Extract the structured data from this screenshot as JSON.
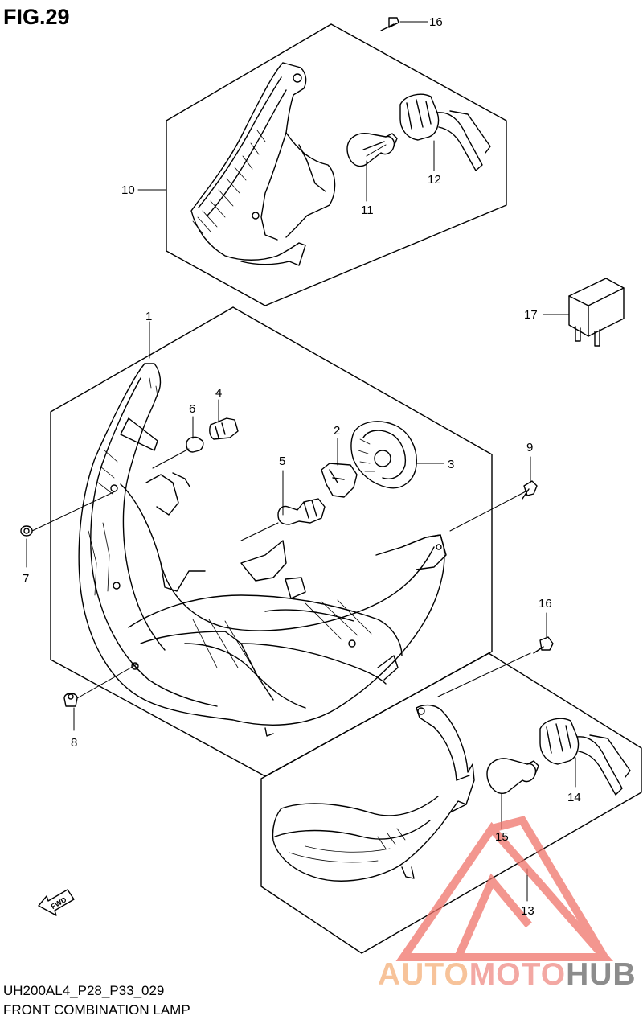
{
  "figure": {
    "title": "FIG.29",
    "drawing_code": "UH200AL4_P28_P33_029",
    "name": "FRONT COMBINATION LAMP"
  },
  "callouts": {
    "c1": "1",
    "c2": "2",
    "c3": "3",
    "c4": "4",
    "c5": "5",
    "c6": "6",
    "c7": "7",
    "c8": "8",
    "c9": "9",
    "c10": "10",
    "c11": "11",
    "c12": "12",
    "c13": "13",
    "c14": "14",
    "c15": "15",
    "c16_top": "16",
    "c16_right": "16",
    "c17": "17"
  },
  "direction_label": "FWD",
  "watermark": {
    "part1": "AUTO",
    "part2": "MOTO",
    "part3": "HUB",
    "colors": {
      "auto": "#f7c39a",
      "moto": "#f3a8a3",
      "hub": "#8c8c8c",
      "triangle": "#f0736a"
    }
  }
}
